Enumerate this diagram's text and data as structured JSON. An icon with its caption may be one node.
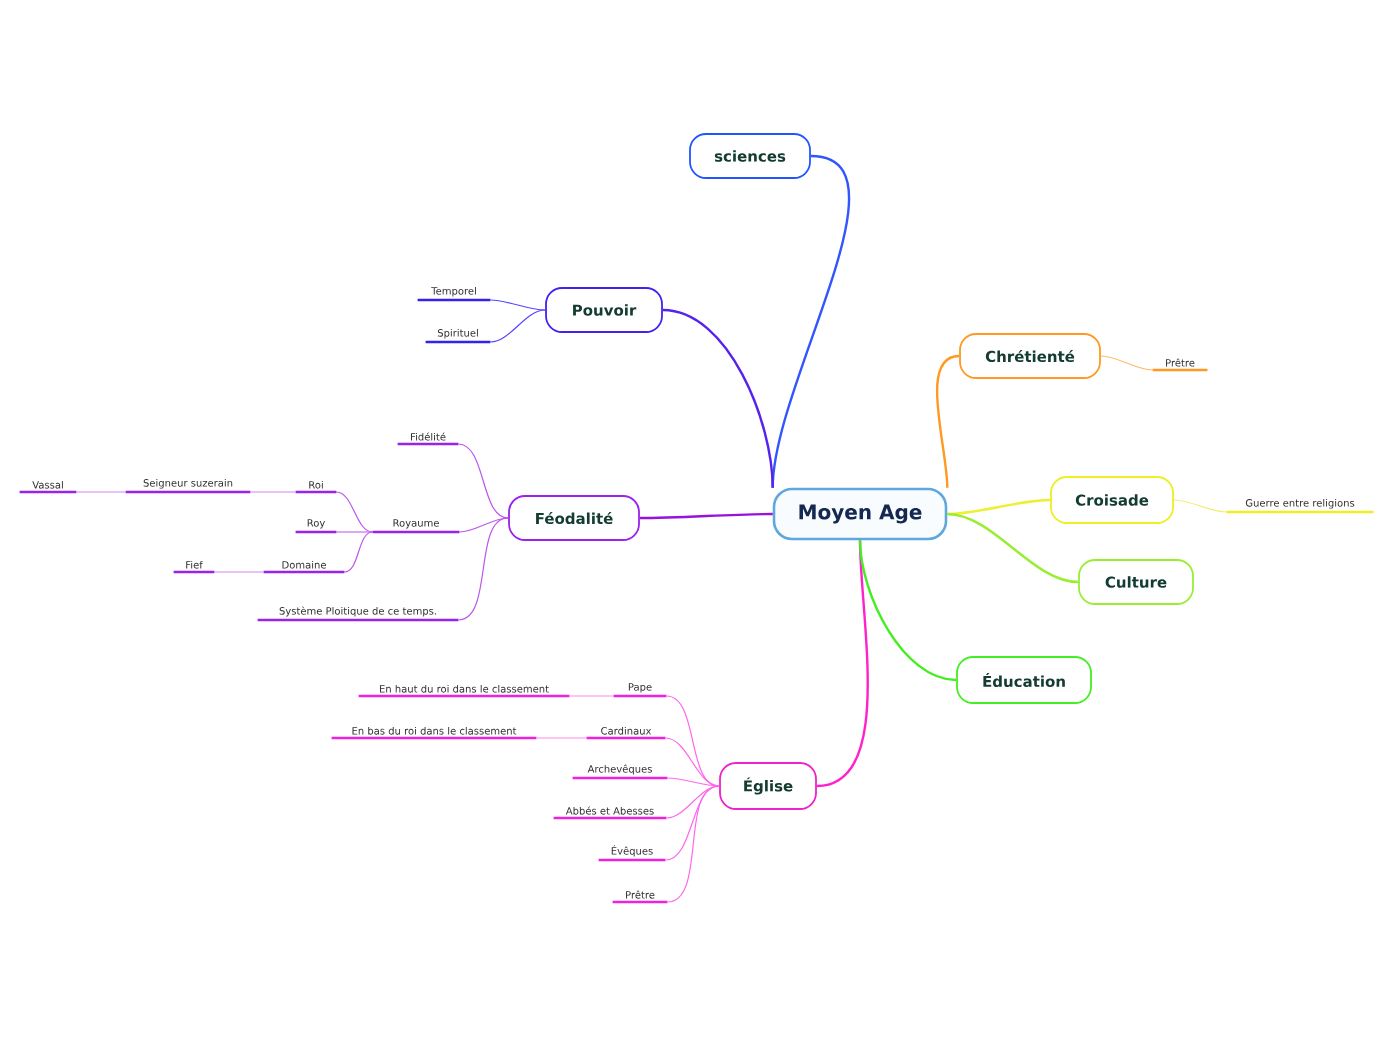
{
  "diagram": {
    "nodes": [
      {
        "text": [
          "Moyen Age"
        ]
      },
      {
        "text": [
          "sciences"
        ]
      },
      {
        "text": [
          "Pouvoir"
        ]
      },
      {
        "text": [
          "Temporel"
        ]
      },
      {
        "text": [
          "Spirituel"
        ]
      },
      {
        "text": [
          "Féodalité"
        ]
      },
      {
        "text": [
          "Fidélité"
        ]
      },
      {
        "text": [
          "Royaume"
        ]
      },
      {
        "text": [
          "Roi"
        ]
      },
      {
        "text": [
          "Seigneur suzerain"
        ]
      },
      {
        "text": [
          "Vassal"
        ]
      },
      {
        "text": [
          "Roy"
        ]
      },
      {
        "text": [
          "Domaine"
        ]
      },
      {
        "text": [
          "Fief"
        ]
      },
      {
        "text": [
          "Système Ploitique de ce temps."
        ]
      },
      {
        "text": [
          "Église"
        ]
      },
      {
        "text": [
          "Pape"
        ]
      },
      {
        "text": [
          "En haut du roi dans le classement"
        ]
      },
      {
        "text": [
          "Cardinaux"
        ]
      },
      {
        "text": [
          "En bas du roi dans le classement"
        ]
      },
      {
        "text": [
          "Archevêques"
        ]
      },
      {
        "text": [
          "Abbés et Abesses"
        ]
      },
      {
        "text": [
          "Évêques"
        ]
      },
      {
        "text": [
          "Prêtre"
        ]
      },
      {
        "text": [
          "Chrétienté"
        ]
      },
      {
        "text": [
          "Prêtre"
        ]
      },
      {
        "text": [
          "Croisade"
        ]
      },
      {
        "text": [
          "Guerre entre religions"
        ]
      },
      {
        "text": [
          "Culture"
        ]
      },
      {
        "text": [
          "Éducation"
        ]
      }
    ],
    "edges": [
      {
        "from": 0,
        "to": 1,
        "arrow": "none",
        "color": "#3355ff"
      },
      {
        "from": 0,
        "to": 2,
        "arrow": "none",
        "color": "#5522ee"
      },
      {
        "from": 2,
        "to": 3,
        "arrow": "none",
        "color": "#5544ff"
      },
      {
        "from": 2,
        "to": 4,
        "arrow": "none",
        "color": "#5544ff"
      },
      {
        "from": 0,
        "to": 5,
        "arrow": "none",
        "color": "#9911dd"
      },
      {
        "from": 5,
        "to": 6,
        "arrow": "none",
        "color": "#bb55ee"
      },
      {
        "from": 5,
        "to": 7,
        "arrow": "none",
        "color": "#bb55ee"
      },
      {
        "from": 7,
        "to": 8,
        "arrow": "none",
        "color": "#bb55ee"
      },
      {
        "from": 8,
        "to": 9,
        "arrow": "none",
        "color": "#cc88ee"
      },
      {
        "from": 9,
        "to": 10,
        "arrow": "none",
        "color": "#cc88ee"
      },
      {
        "from": 7,
        "to": 11,
        "arrow": "none",
        "color": "#bb55ee"
      },
      {
        "from": 7,
        "to": 12,
        "arrow": "none",
        "color": "#bb55ee"
      },
      {
        "from": 12,
        "to": 13,
        "arrow": "none",
        "color": "#cc88ee"
      },
      {
        "from": 5,
        "to": 14,
        "arrow": "none",
        "color": "#bb55ee"
      },
      {
        "from": 0,
        "to": 15,
        "arrow": "none",
        "color": "#ff22cc"
      },
      {
        "from": 15,
        "to": 16,
        "arrow": "none",
        "color": "#ff66ee"
      },
      {
        "from": 16,
        "to": 17,
        "arrow": "none",
        "color": "#ff88ee"
      },
      {
        "from": 15,
        "to": 18,
        "arrow": "none",
        "color": "#ff66ee"
      },
      {
        "from": 18,
        "to": 19,
        "arrow": "none",
        "color": "#ff88ee"
      },
      {
        "from": 15,
        "to": 20,
        "arrow": "none",
        "color": "#ff66ee"
      },
      {
        "from": 15,
        "to": 21,
        "arrow": "none",
        "color": "#ff66ee"
      },
      {
        "from": 15,
        "to": 22,
        "arrow": "none",
        "color": "#ff66ee"
      },
      {
        "from": 15,
        "to": 23,
        "arrow": "none",
        "color": "#ff66ee"
      },
      {
        "from": 0,
        "to": 24,
        "arrow": "none",
        "color": "#ff9922"
      },
      {
        "from": 24,
        "to": 25,
        "arrow": "none",
        "color": "#ffbb66"
      },
      {
        "from": 0,
        "to": 26,
        "arrow": "none",
        "color": "#eeee33"
      },
      {
        "from": 26,
        "to": 27,
        "arrow": "none",
        "color": "#eeee66"
      },
      {
        "from": 0,
        "to": 28,
        "arrow": "none",
        "color": "#99ee33"
      },
      {
        "from": 0,
        "to": 29,
        "arrow": "none",
        "color": "#44ee22"
      }
    ]
  }
}
